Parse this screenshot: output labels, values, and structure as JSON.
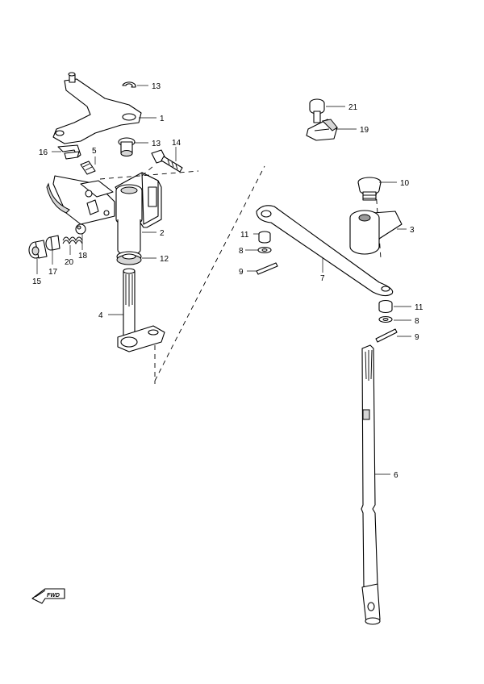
{
  "callouts": {
    "c13a": "13",
    "c1": "1",
    "c13b": "13",
    "c14": "14",
    "c16": "16",
    "c5": "5",
    "c2": "2",
    "c12": "12",
    "c15": "15",
    "c17": "17",
    "c20": "20",
    "c18": "18",
    "c4": "4",
    "c21": "21",
    "c19": "19",
    "c10": "10",
    "c3": "3",
    "c11a": "11",
    "c8a": "8",
    "c9a": "9",
    "c7": "7",
    "c11b": "11",
    "c8b": "8",
    "c9b": "9",
    "c6": "6"
  },
  "fwd_mark": {
    "label": "FWD"
  }
}
